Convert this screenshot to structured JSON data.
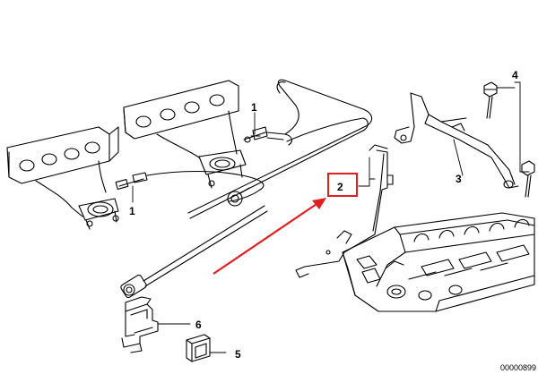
{
  "diagram": {
    "callouts": [
      {
        "id": "callout-1-upper",
        "label": "1"
      },
      {
        "id": "callout-1-lower",
        "label": "1"
      },
      {
        "id": "callout-2",
        "label": "2"
      },
      {
        "id": "callout-3",
        "label": "3"
      },
      {
        "id": "callout-4",
        "label": "4"
      },
      {
        "id": "callout-5",
        "label": "5"
      },
      {
        "id": "callout-6",
        "label": "6"
      }
    ],
    "diagram_code": "00000899",
    "colors": {
      "line": "#000000",
      "highlight": "#e02020",
      "background": "#ffffff"
    }
  }
}
